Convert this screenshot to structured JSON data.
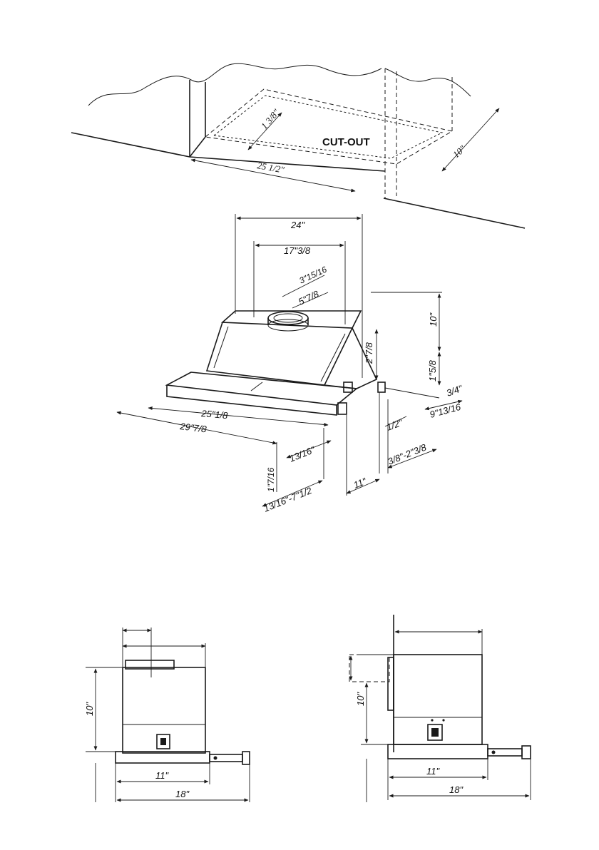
{
  "cutout_view": {
    "label": "CUT-OUT",
    "dim_depth_edge": "1 3/8\"",
    "dim_width": "25 1/2\"",
    "dim_depth": "10\""
  },
  "hood_view": {
    "dim_top_width": "24\"",
    "dim_inner_width": "17\"3/8",
    "dim_collar_offset": "3\"15/16",
    "dim_collar_dia": "5\"7/8",
    "dim_height": "10\"",
    "dim_body_height": "2\"7/8",
    "dim_front_height": "1\"5/8",
    "dim_back_gap": "3/4\"",
    "dim_tray_width": "25\"1/8",
    "dim_total_width": "29\"7/8",
    "dim_half": "1/2\"",
    "dim_side": "9\"13/16",
    "dim_front_lip": "1\"7/16",
    "dim_edge": "13/16\"",
    "dim_range": "3/8\"-2\"3/8",
    "dim_depth": "11\"",
    "dim_extension": "13/16\"-7\"1/2"
  },
  "front_view": {
    "dim_height": "10\"",
    "dim_depth": "11\"",
    "dim_total": "18\""
  },
  "side_view": {
    "dim_height": "10\"",
    "dim_depth": "11\"",
    "dim_total": "18\""
  }
}
